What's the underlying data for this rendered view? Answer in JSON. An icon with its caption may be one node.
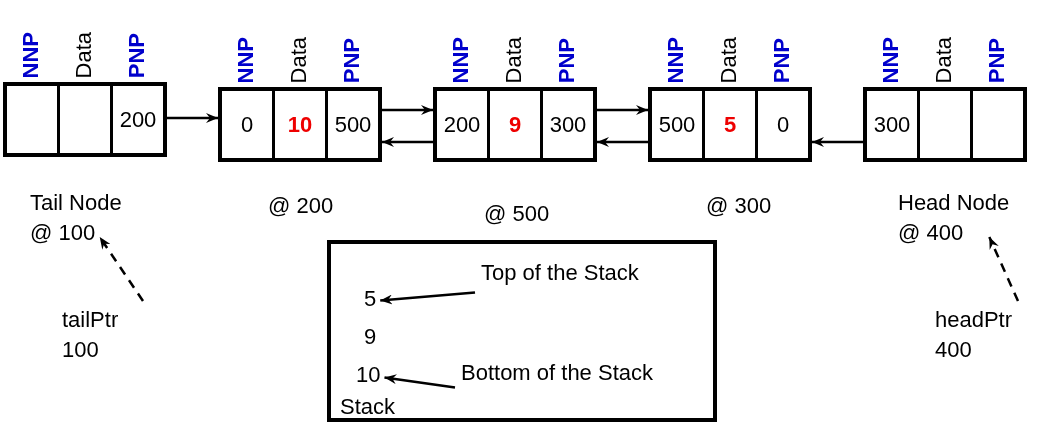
{
  "diagram": {
    "nodes": [
      {
        "text": [],
        "shape": "box"
      },
      {
        "text": [
          "NNP"
        ],
        "in": 0
      },
      {
        "text": [
          "Data"
        ],
        "in": 0
      },
      {
        "text": [
          "PNP",
          "200"
        ],
        "in": 0
      },
      {
        "text": [],
        "shape": "box"
      },
      {
        "text": [
          "NNP",
          "0"
        ],
        "in": 4
      },
      {
        "text": [
          "Data",
          "10"
        ],
        "in": 4
      },
      {
        "text": [
          "PNP",
          "500"
        ],
        "in": 4
      },
      {
        "text": [],
        "shape": "box"
      },
      {
        "text": [
          "NNP",
          "200"
        ],
        "in": 8
      },
      {
        "text": [
          "Data",
          "9"
        ],
        "in": 8
      },
      {
        "text": [
          "PNP",
          "300"
        ],
        "in": 8
      },
      {
        "text": [],
        "shape": "box"
      },
      {
        "text": [
          "NNP",
          "500"
        ],
        "in": 12
      },
      {
        "text": [
          "Data",
          "5"
        ],
        "in": 12
      },
      {
        "text": [
          "PNP",
          "0"
        ],
        "in": 12
      },
      {
        "text": [],
        "shape": "box"
      },
      {
        "text": [
          "NNP",
          "300"
        ],
        "in": 16
      },
      {
        "text": [
          "Data"
        ],
        "in": 16
      },
      {
        "text": [
          "PNP"
        ],
        "in": 16
      },
      {
        "text": [
          "Stack"
        ]
      },
      {
        "text": [
          "Top of the Stack"
        ],
        "in": 20
      },
      {
        "text": [
          "5"
        ],
        "in": 20
      },
      {
        "text": [
          "9"
        ],
        "in": 20
      },
      {
        "text": [
          "10"
        ],
        "in": 20
      },
      {
        "text": [
          "Bottom of the Stack"
        ],
        "in": 20
      },
      {
        "text": [
          "tailPtr 100"
        ]
      },
      {
        "text": [
          "headPtr 400"
        ]
      },
      {
        "text": [
          "Tail Node @ 100"
        ]
      },
      {
        "text": [
          "Head Node @ 400"
        ]
      }
    ],
    "labels": [
      "@ 200",
      "@ 500",
      "@ 300"
    ],
    "edges": [
      {
        "from": 3,
        "to": 4,
        "arrow": "to"
      },
      {
        "from": 7,
        "to": 8,
        "arrow": "to"
      },
      {
        "from": 9,
        "to": 4,
        "arrow": "to"
      },
      {
        "from": 11,
        "to": 12,
        "arrow": "to"
      },
      {
        "from": 13,
        "to": 8,
        "arrow": "to"
      },
      {
        "from": 17,
        "to": 12,
        "arrow": "to"
      },
      {
        "from": 26,
        "to": 28,
        "arrow": "to",
        "style": "dashed"
      },
      {
        "from": 27,
        "to": 29,
        "arrow": "to",
        "style": "dashed"
      },
      {
        "from": 21,
        "to": 22,
        "arrow": "to"
      },
      {
        "from": 25,
        "to": 24,
        "arrow": "to"
      }
    ]
  }
}
